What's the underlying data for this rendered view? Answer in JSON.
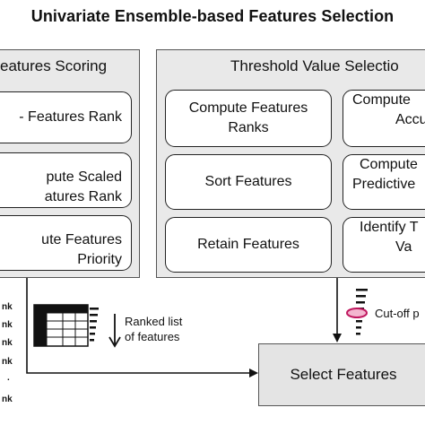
{
  "title": "Univariate Ensemble-based Features Selection",
  "left_panel": {
    "title": "eatures Scoring",
    "boxes": [
      {
        "line1": "- Features Rank",
        "line2": ""
      },
      {
        "line1": "pute Scaled",
        "line2": "atures Rank"
      },
      {
        "line1": "ute Features",
        "line2": "Priority"
      }
    ]
  },
  "right_panel": {
    "title": "Threshold Value Selectio",
    "col1": [
      {
        "line1": "Compute Features",
        "line2": "Ranks"
      },
      {
        "line1": "Sort Features",
        "line2": ""
      },
      {
        "line1": "Retain Features",
        "line2": ""
      }
    ],
    "col2": [
      {
        "line1": "Compute",
        "line2": "Accu"
      },
      {
        "line1": "Compute",
        "line2": "Predictive"
      },
      {
        "line1": "Identify T",
        "line2": "Va"
      }
    ]
  },
  "rank_labels": [
    "nk",
    "nk",
    "nk",
    "nk",
    ".",
    "nk"
  ],
  "ranked_list_label": {
    "line1": "Ranked list",
    "line2": "of features"
  },
  "cutoff_label": "Cut-off p",
  "select_box_label": "Select Features",
  "colors": {
    "panel_bg": "#e9e9e9",
    "box_bg": "#ffffff",
    "highlight": "#c0175f",
    "highlight_fill": "#f3b6cf"
  }
}
